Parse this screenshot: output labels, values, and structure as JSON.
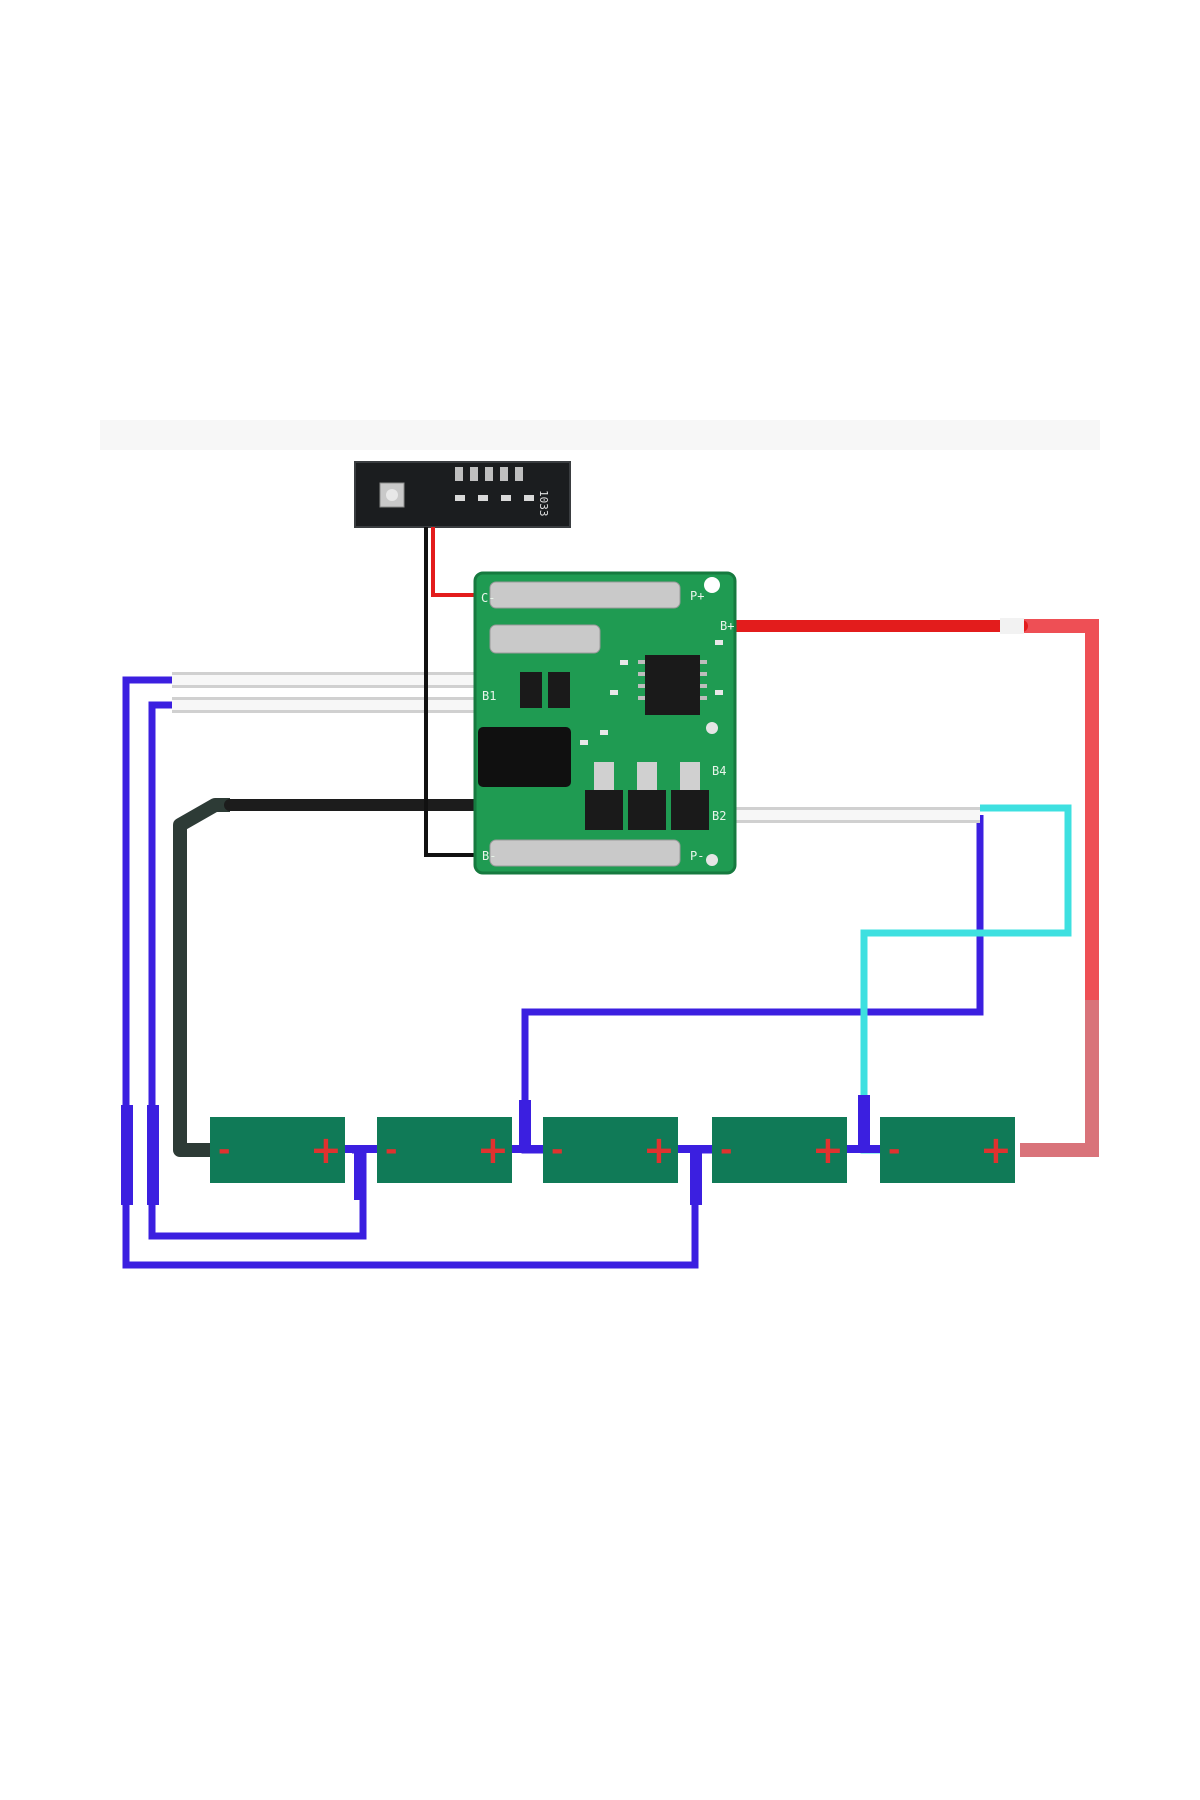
{
  "colors": {
    "background": "#ffffff",
    "pcb_green": "#1f9b52",
    "pcb_green_dark": "#167a3f",
    "led_board": "#1b1d1f",
    "cell_green": "#107a57",
    "cell_sign": "#e0322f",
    "wire_blue": "#3b1fe0",
    "wire_cyan": "#3ee0e0",
    "wire_red": "#ee4f55",
    "wire_red_dark": "#e31c1c",
    "wire_black": "#1c1c1c",
    "wire_dark": "#2d3b36",
    "wire_white": "#f2f2f2"
  },
  "led_board": {
    "marking": "1033"
  },
  "bms_board": {
    "labels": {
      "c_minus": "C-",
      "p_plus": "P+",
      "b_plus": "B+",
      "b1": "B1",
      "b2": "B2",
      "b4": "B4",
      "b_minus": "B-",
      "p_minus": "P-"
    }
  },
  "cells": [
    {
      "negative": "-",
      "positive": "+"
    },
    {
      "negative": "-",
      "positive": "+"
    },
    {
      "negative": "-",
      "positive": "+"
    },
    {
      "negative": "-",
      "positive": "+"
    },
    {
      "negative": "-",
      "positive": "+"
    }
  ]
}
